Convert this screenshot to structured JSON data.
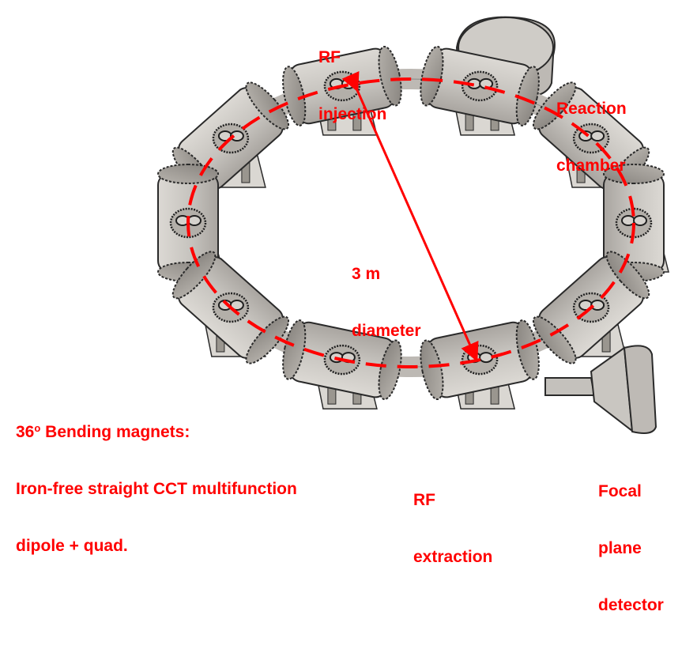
{
  "diagram": {
    "title": "Storage ring layout with 10 bending magnets",
    "colors": {
      "annotation": "#ff0000",
      "magnet_body": "#c9c6c1",
      "magnet_shadow": "#8f8b86",
      "outline": "#2a2a2a",
      "background": "#ffffff"
    },
    "component_count": {
      "bending_magnets": 10
    },
    "labels": {
      "rf_injection": [
        "RF",
        "injection"
      ],
      "reaction_chamber": [
        "Reaction",
        "chamber"
      ],
      "diameter": [
        "3 m",
        "diameter"
      ],
      "bending_magnets": {
        "line1_number": "36",
        "line1_degree": "o",
        "line1_rest": " Bending magnets:",
        "line2": "Iron-free straight CCT multifunction",
        "line3": "dipole + quad."
      },
      "rf_extraction": [
        "RF",
        "extraction"
      ],
      "focal_plane_detector": [
        "Focal",
        "plane",
        "detector"
      ]
    },
    "beam_path": {
      "style": "dashed",
      "shape": "ellipse"
    },
    "dimension_arrow": {
      "style": "double-headed",
      "meaning": "3 m diameter"
    }
  }
}
